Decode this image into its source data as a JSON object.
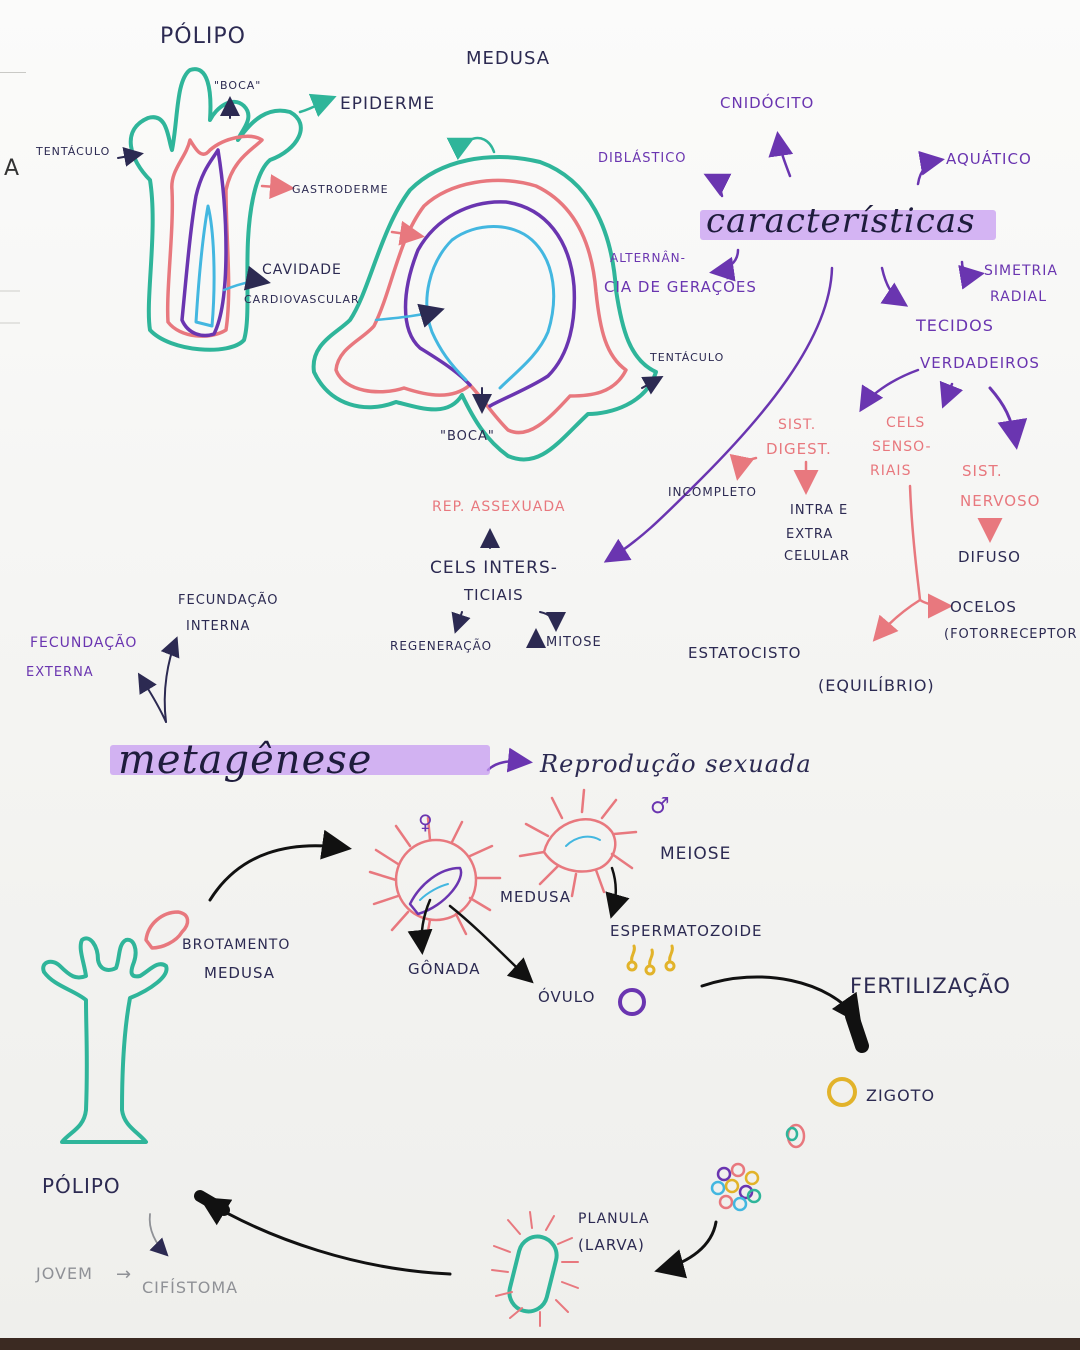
{
  "colors": {
    "paper": "#f7f7f5",
    "ink_dark": "#2c2a52",
    "ink_purple": "#6a35b0",
    "ink_pink": "#e8787e",
    "ink_teal": "#2fb59a",
    "ink_light_blue": "#43b7e0",
    "ink_yellow": "#e2b32a",
    "highlight_lilac": "#c79cf2"
  },
  "anatomy": {
    "polipo_title": "PÓLIPO",
    "medusa_title": "MEDUSA",
    "boca_top": "\"BOCA\"",
    "epiderme": "EPIDERME",
    "tentaculo_left": "TENTÁCULO",
    "gastroderme": "GASTRODERME",
    "cavidade_line1": "CAVIDADE",
    "cavidade_line2": "CARDIOVASCULAR",
    "tentaculo_right": "TENTÁCULO",
    "boca_bottom": "\"BOCA\""
  },
  "caracteristicas": {
    "title": "características",
    "cnidocito": "CNIDÓCITO",
    "diblastico": "DIBLÁSTICO",
    "aquatico": "AQUÁTICO",
    "alternancia_line1": "ALTERNÂN-",
    "alternancia_line2": "CIA DE GERAÇÕES",
    "simetria_line1": "SIMETRIA",
    "simetria_line2": "RADIAL",
    "tecidos_line1": "TECIDOS",
    "tecidos_line2": "VERDADEIROS",
    "sist_digest_line1": "SIST.",
    "sist_digest_line2": "DIGEST.",
    "cels_sensoriais_line1": "CELS",
    "cels_sensoriais_line2": "SENSO-",
    "cels_sensoriais_line3": "RIAIS",
    "sist_nervoso_line1": "SIST.",
    "sist_nervoso_line2": "NERVOSO",
    "incompleto": "INCOMPLETO",
    "intra_line1": "INTRA E",
    "intra_line2": "EXTRA",
    "intra_line3": "CELULAR",
    "difuso": "DIFUSO",
    "ocelos": "OCELOS",
    "fotorreceptor": "(FOTORRECEPTOR",
    "estatocisto": "ESTATOCISTO",
    "equilibrio": "(EQUILÍBRIO)",
    "rep_assexuada": "REP. ASSEXUADA",
    "cels_inters_line1": "CELS INTERS-",
    "cels_inters_line2": "TICIAIS",
    "regeneracao": "REGENERAÇÃO",
    "mitose": "MITOSE"
  },
  "reproducao": {
    "fecundacao_interna_line1": "FECUNDAÇÃO",
    "fecundacao_interna_line2": "INTERNA",
    "fecundacao_externa_line1": "FECUNDAÇÃO",
    "fecundacao_externa_line2": "EXTERNA",
    "metagenese": "metagênese",
    "reproducao_sexuada": "Reprodução sexuada"
  },
  "ciclo": {
    "female_symbol": "♀",
    "male_symbol": "♂",
    "meiose": "MEIOSE",
    "medusa": "MEDUSA",
    "espermatozoide": "ESPERMATOZOIDE",
    "brotamento_line1": "BROTAMENTO",
    "brotamento_line2": "MEDUSA",
    "gonada": "GÔNADA",
    "ovulo": "ÓVULO",
    "fertilizacao": "FERTILIZAÇÃO",
    "zigoto": "ZIGOTO",
    "planula_line1": "PLANULA",
    "planula_line2": "(LARVA)",
    "polipo": "PÓLIPO",
    "jovem": "JOVEM",
    "arrow_glyph": "→",
    "cifistoma": "CIFÍSTOMA"
  }
}
